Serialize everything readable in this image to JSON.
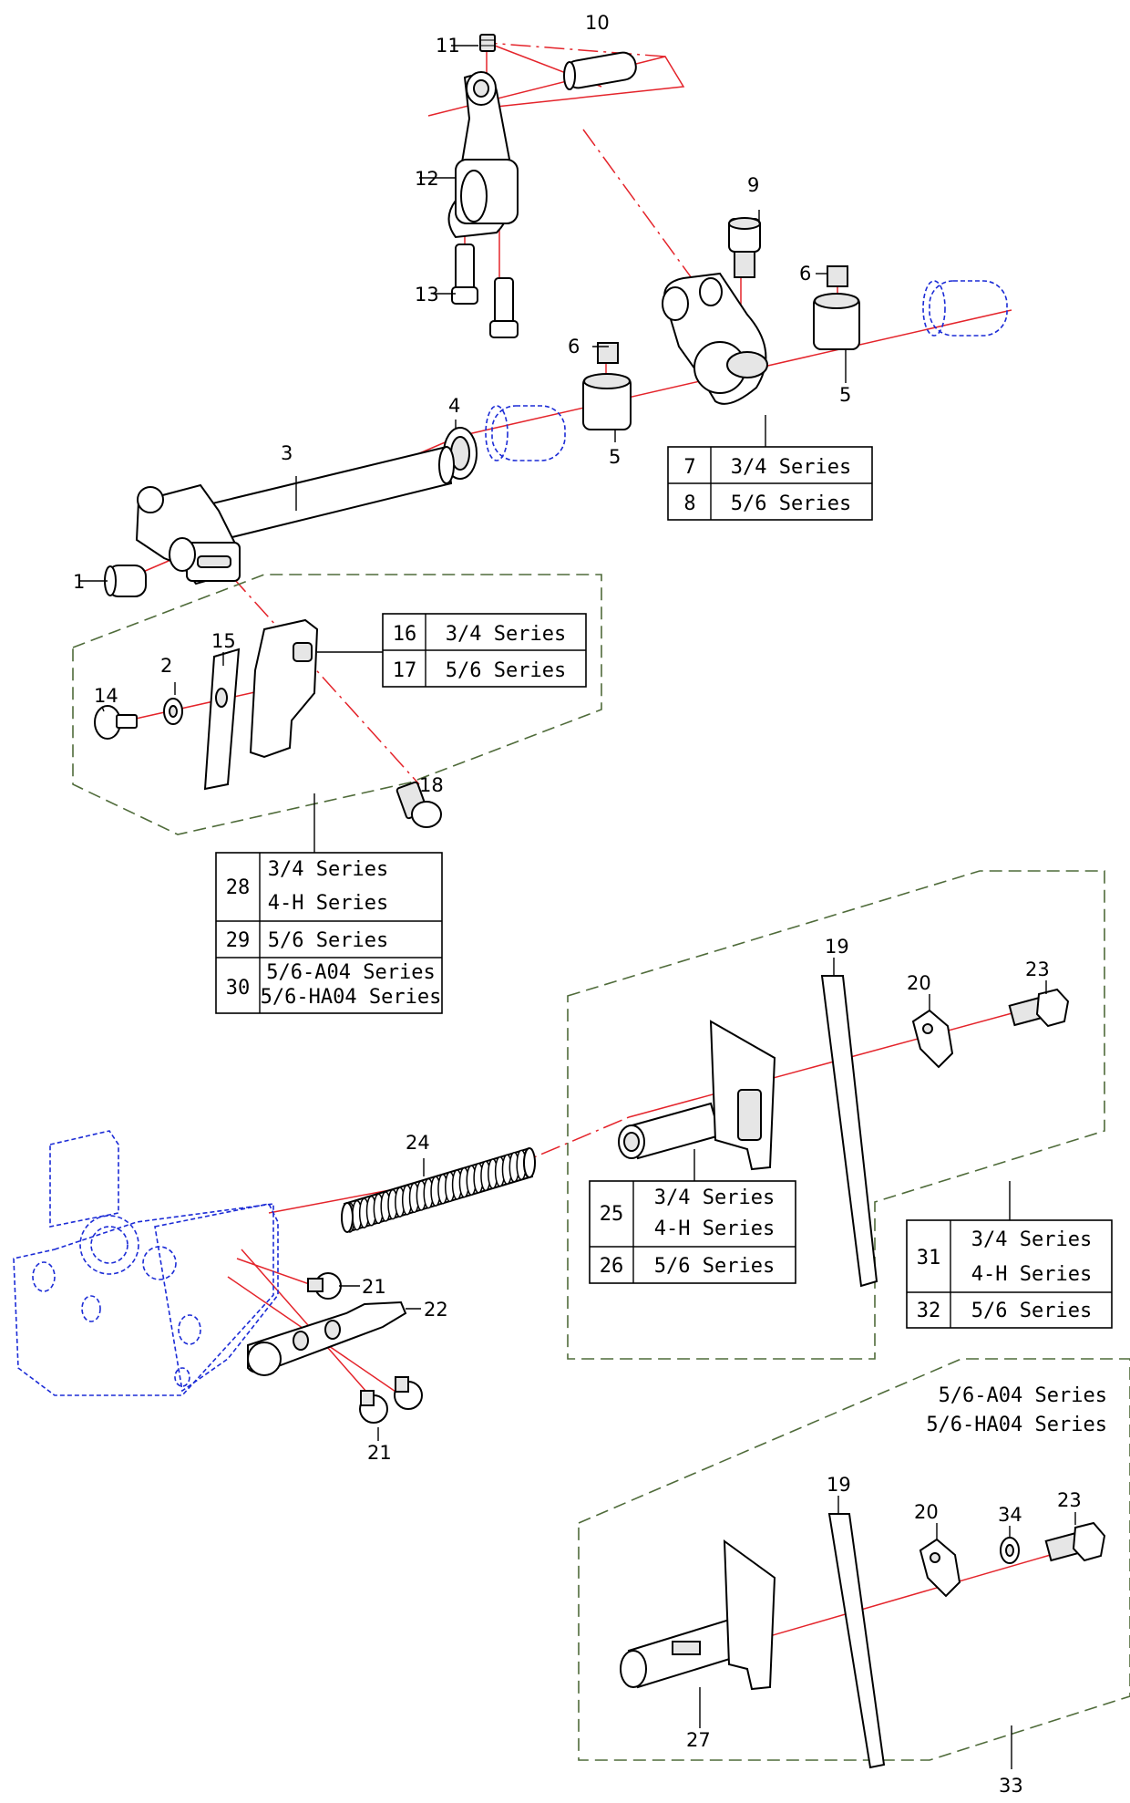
{
  "callouts": {
    "c1": "1",
    "c2": "2",
    "c3": "3",
    "c4": "4",
    "c5a": "5",
    "c5b": "5",
    "c6a": "6",
    "c6b": "6",
    "c9": "9",
    "c10": "10",
    "c11": "11",
    "c12": "12",
    "c13": "13",
    "c14": "14",
    "c15": "15",
    "c18": "18",
    "c19a": "19",
    "c19b": "19",
    "c20a": "20",
    "c20b": "20",
    "c21a": "21",
    "c21b": "21",
    "c22": "22",
    "c23a": "23",
    "c23b": "23",
    "c24": "24",
    "c27": "27",
    "c33": "33",
    "c34": "34"
  },
  "tables": {
    "t78": {
      "r1_num": "7",
      "r1_text": "3/4 Series",
      "r2_num": "8",
      "r2_text": "5/6 Series"
    },
    "t1617": {
      "r1_num": "16",
      "r1_text": "3/4 Series",
      "r2_num": "17",
      "r2_text": "5/6 Series"
    },
    "t2830": {
      "r1_num": "28",
      "r1_text_a": "3/4 Series",
      "r1_text_b": "4-H Series",
      "r2_num": "29",
      "r2_text": "5/6 Series",
      "r3_num": "30",
      "r3_text_a": "5/6-A04  Series",
      "r3_text_b": "5/6-HA04 Series"
    },
    "t2526": {
      "r1_num": "25",
      "r1_text_a": "3/4 Series",
      "r1_text_b": "4-H Series",
      "r2_num": "26",
      "r2_text": "5/6 Series"
    },
    "t3132": {
      "r1_num": "31",
      "r1_text_a": "3/4 Series",
      "r1_text_b": "4-H Series",
      "r2_num": "32",
      "r2_text": "5/6 Series"
    }
  },
  "note_33": {
    "line1": "5/6-A04  Series",
    "line2": "5/6-HA04 Series"
  },
  "colors": {
    "leader_red": "#e4242b",
    "reference_blue": "#1b2bd6",
    "group_green": "#4f6b3a"
  }
}
